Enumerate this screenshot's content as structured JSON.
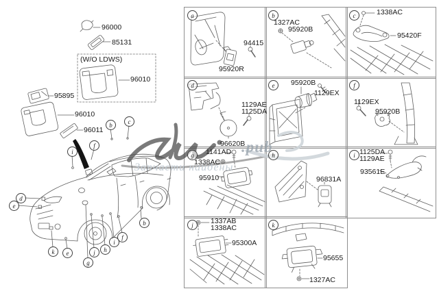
{
  "watermark": {
    "suffix": ".pub",
    "tagline": "Запчасти найдены"
  },
  "left_panel": {
    "part_labels": {
      "mic": "96000",
      "bracket": "85131",
      "wo_ldws": "(W/O LDWS)",
      "console_ldws": "96010",
      "module_95895": "95895",
      "console": "96010",
      "trim": "96011"
    },
    "callouts": {
      "top_b": "b",
      "top_c": "c",
      "mid_i": "i",
      "mid_f": "f",
      "left_d": "d",
      "left_e": "e",
      "right_b": "b",
      "bot_k": "k",
      "bot_e": "e",
      "bot_g": "g",
      "bot_j": "j",
      "bot_h": "h",
      "bot_i": "i",
      "bot_f": "f"
    }
  },
  "grid": {
    "cells": [
      {
        "letter": "a",
        "labels": {
          "p1": "94415",
          "p2": "95920R"
        }
      },
      {
        "letter": "b",
        "labels": {
          "p1": "1327AC",
          "p2": "95920B"
        }
      },
      {
        "letter": "c",
        "labels": {
          "p1": "1338AC",
          "p2": "95420F"
        }
      },
      {
        "letter": "d",
        "labels": {
          "p1": "1129AE",
          "p2": "1125DA",
          "p3": "96620B"
        }
      },
      {
        "letter": "e",
        "labels": {
          "p1": "95920B",
          "p2": "1129EX"
        }
      },
      {
        "letter": "f",
        "labels": {
          "p1": "1129EX",
          "p2": "95920B"
        }
      },
      {
        "letter": "g",
        "labels": {
          "p1": "1141AD",
          "p2": "1338AC",
          "p3": "95910"
        }
      },
      {
        "letter": "h",
        "labels": {
          "p1": "96831A"
        }
      },
      {
        "letter": "i",
        "labels": {
          "p1": "1125DA",
          "p2": "1129AE",
          "p3": "93561E"
        }
      },
      {
        "letter": "j",
        "labels": {
          "p1": "1337AB",
          "p2": "1338AC",
          "p3": "95300A"
        }
      },
      {
        "letter": "k",
        "labels": {
          "p1": "95655",
          "p2": "1327AC"
        }
      }
    ]
  }
}
